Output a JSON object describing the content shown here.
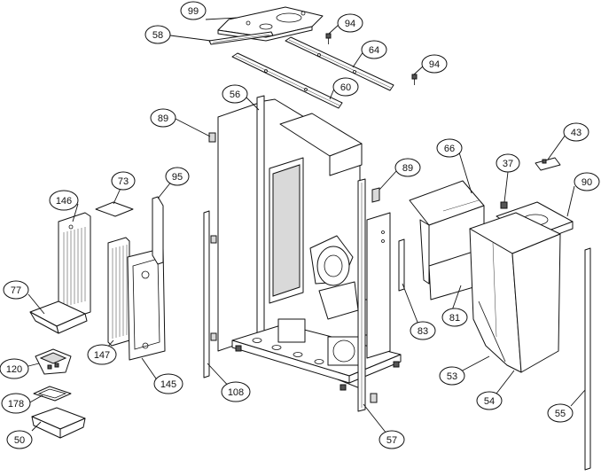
{
  "callouts": [
    {
      "id": "99",
      "label": "99"
    },
    {
      "id": "58",
      "label": "58"
    },
    {
      "id": "94a",
      "label": "94"
    },
    {
      "id": "64",
      "label": "64"
    },
    {
      "id": "94b",
      "label": "94"
    },
    {
      "id": "60",
      "label": "60"
    },
    {
      "id": "56",
      "label": "56"
    },
    {
      "id": "89a",
      "label": "89"
    },
    {
      "id": "89b",
      "label": "89"
    },
    {
      "id": "66",
      "label": "66"
    },
    {
      "id": "43",
      "label": "43"
    },
    {
      "id": "37",
      "label": "37"
    },
    {
      "id": "90",
      "label": "90"
    },
    {
      "id": "73",
      "label": "73"
    },
    {
      "id": "95",
      "label": "95"
    },
    {
      "id": "146",
      "label": "146"
    },
    {
      "id": "77",
      "label": "77"
    },
    {
      "id": "147",
      "label": "147"
    },
    {
      "id": "120",
      "label": "120"
    },
    {
      "id": "145",
      "label": "145"
    },
    {
      "id": "178",
      "label": "178"
    },
    {
      "id": "50",
      "label": "50"
    },
    {
      "id": "108",
      "label": "108"
    },
    {
      "id": "57",
      "label": "57"
    },
    {
      "id": "83",
      "label": "83"
    },
    {
      "id": "81",
      "label": "81"
    },
    {
      "id": "53",
      "label": "53"
    },
    {
      "id": "54",
      "label": "54"
    },
    {
      "id": "55",
      "label": "55"
    }
  ]
}
